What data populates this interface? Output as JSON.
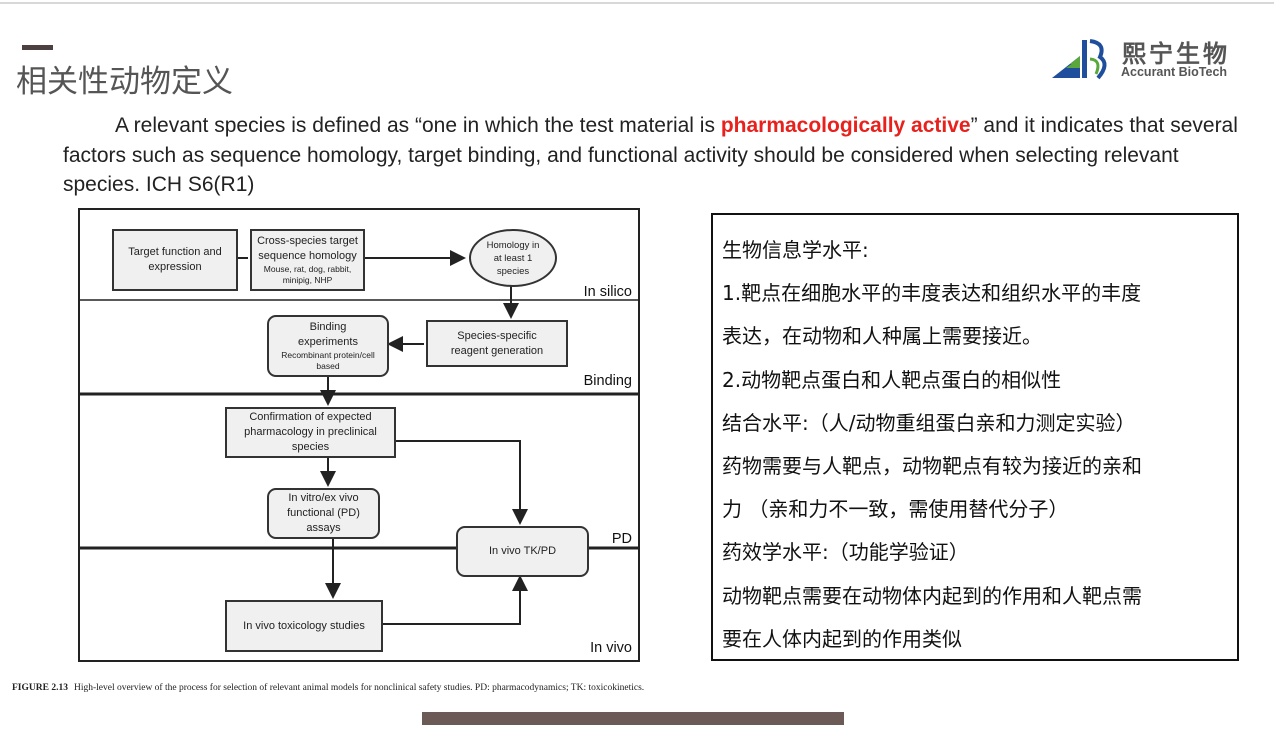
{
  "slide": {
    "title": "相关性动物定义",
    "logo": {
      "cn": "熙宁生物",
      "en": "Accurant BioTech"
    },
    "paragraph": {
      "before": "A relevant species is defined as “one in which the test material is ",
      "highlight": "pharmacologically active",
      "after": "” and it indicates that several factors such as sequence homology, target binding, and functional activity should be considered when selecting relevant species. ICH S6(R1)"
    },
    "colors": {
      "highlight": "#e8211c",
      "accent_bar": "#6b5a55",
      "logo_blue": "#1f4e9c",
      "logo_green": "#5aa83c"
    }
  },
  "diagram": {
    "lanes": [
      "In silico",
      "Binding",
      "PD",
      "In vivo"
    ],
    "boxes": {
      "target_function": "Target function and expression",
      "cross_species": "Cross-species target sequence homology",
      "cross_species_sub": "Mouse, rat, dog, rabbit, minipig, NHP",
      "homology": "Homology in at least 1 species",
      "reagent": "Species-specific reagent generation",
      "binding": "Binding experiments",
      "binding_sub": "Recombinant protein/cell based",
      "confirmation": "Confirmation of expected pharmacology in preclinical species",
      "in_vitro": "In vitro/ex vivo functional (PD) assays",
      "tk_pd": "In vivo TK/PD",
      "toxicology": "In vivo toxicology studies"
    },
    "caption_label": "FIGURE 2.13",
    "caption": "High-level overview of the process for selection of relevant animal models for nonclinical safety studies. PD: pharmacodynamics; TK: toxicokinetics."
  },
  "notes": {
    "lines": [
      " 生物信息学水平:",
      "1.靶点在细胞水平的丰度表达和组织水平的丰度",
      "表达，在动物和人种属上需要接近。",
      "2.动物靶点蛋白和人靶点蛋白的相似性",
      "结合水平:（人/动物重组蛋白亲和力测定实验）",
      "药物需要与人靶点，动物靶点有较为接近的亲和",
      "力 （亲和力不一致，需使用替代分子）",
      "药效学水平:（功能学验证）",
      "动物靶点需要在动物体内起到的作用和人靶点需",
      "要在人体内起到的作用类似"
    ]
  }
}
